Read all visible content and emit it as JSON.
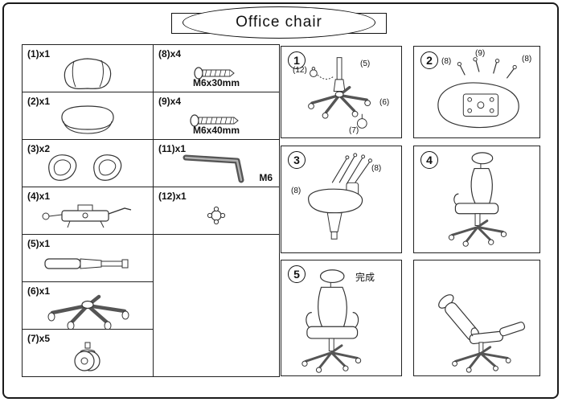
{
  "header": {
    "title": "Office chair"
  },
  "parts": {
    "left": [
      {
        "label": "(1)x1"
      },
      {
        "label": "(2)x1"
      },
      {
        "label": "(3)x2"
      },
      {
        "label": "(4)x1"
      },
      {
        "label": "(5)x1"
      },
      {
        "label": "(6)x1"
      },
      {
        "label": "(7)x5"
      }
    ],
    "right": [
      {
        "label": "(8)x4",
        "spec": "M6x30mm"
      },
      {
        "label": "(9)x4",
        "spec": "M6x40mm"
      },
      {
        "label": "(11)x1",
        "spec": "M6"
      },
      {
        "label": "(12)x1"
      }
    ]
  },
  "steps": [
    {
      "number": "1",
      "callouts": [
        "(12)",
        "(5)",
        "(6)",
        "(7)"
      ]
    },
    {
      "number": "2",
      "callouts": [
        "(9)",
        "(8)",
        "(8)"
      ]
    },
    {
      "number": "3",
      "callouts": [
        "(8)",
        "(8)"
      ]
    },
    {
      "number": "4",
      "callouts": []
    },
    {
      "number": "5",
      "callouts": [],
      "note": "完成"
    },
    {
      "number": "",
      "callouts": []
    }
  ]
}
